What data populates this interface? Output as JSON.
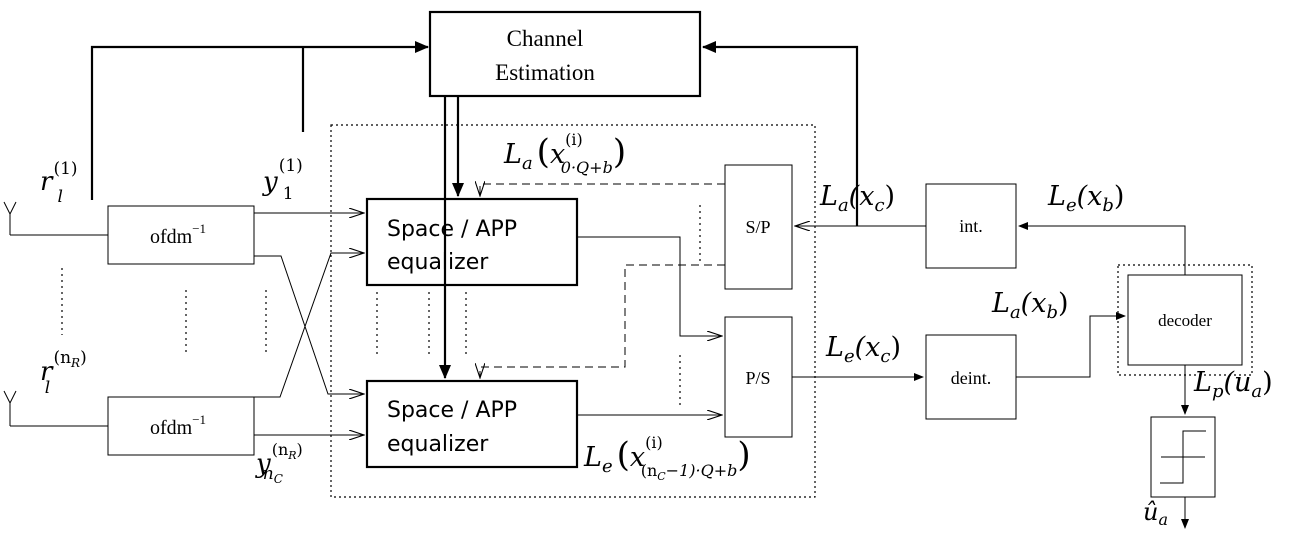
{
  "blocks": {
    "channel_estimation": [
      "Channel",
      "Estimation"
    ],
    "ofdm_top": {
      "base": "ofdm",
      "sup": "−1"
    },
    "ofdm_bottom": {
      "base": "ofdm",
      "sup": "−1"
    },
    "eq_top": [
      "Space / APP",
      "equalizer"
    ],
    "eq_bottom": [
      "Space / APP",
      "equalizer"
    ],
    "sp": "S/P",
    "ps": "P/S",
    "int": "int.",
    "deint": "deint.",
    "decoder": "decoder"
  },
  "symbols": {
    "r_top": {
      "base": "r",
      "sub": "l",
      "sup": "(1)"
    },
    "r_bottom": {
      "base": "r",
      "sub": "l",
      "sup_base": "(n",
      "sup_sub": "R",
      "sup_end": ")"
    },
    "y_top": {
      "base": "y",
      "sub": "1",
      "sup": "(1)"
    },
    "y_bottom": {
      "base": "y",
      "sub_base": "n",
      "sub_sub": "C",
      "sup_base": "(n",
      "sup_sub": "R",
      "sup_end": ")"
    },
    "La_x_top": {
      "pre": "L",
      "pre_sub": "a",
      "open": "(",
      "x": "x",
      "sup": "(i)",
      "sub": "0·Q+b",
      "close": ")"
    },
    "Le_x_bottom": {
      "pre": "L",
      "pre_sub": "e",
      "open": "(",
      "x": "x",
      "sup": "(i)",
      "sub_a": "(n",
      "sub_b": "C",
      "sub_c": "−1)·Q+b",
      "close": ")"
    },
    "La_xc": {
      "pre": "L",
      "pre_sub": "a",
      "arg": "(x",
      "arg_sub": "c",
      "close": ")"
    },
    "Le_xb": {
      "pre": "L",
      "pre_sub": "e",
      "arg": "(x",
      "arg_sub": "b",
      "close": ")"
    },
    "La_xb": {
      "pre": "L",
      "pre_sub": "a",
      "arg": "(x",
      "arg_sub": "b",
      "close": ")"
    },
    "Le_xc": {
      "pre": "L",
      "pre_sub": "e",
      "arg": "(x",
      "arg_sub": "c",
      "close": ")"
    },
    "Lp_ua": {
      "pre": "L",
      "pre_sub": "p",
      "arg": "(u",
      "arg_sub": "a",
      "close": ")"
    },
    "u_hat": {
      "base": "û",
      "sub": "a"
    }
  }
}
